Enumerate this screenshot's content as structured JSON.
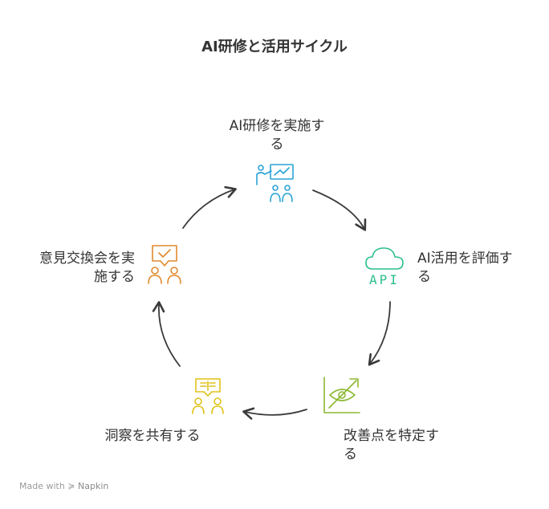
{
  "title": "AI研修と活用サイクル",
  "steps": [
    {
      "label_line1": "AI研修を実施す",
      "label_line2": "る",
      "icon": "presentation-training-icon",
      "color": "#29a3d6"
    },
    {
      "label_line1": "AI活用を評価す",
      "label_line2": "る",
      "icon": "cloud-api-icon",
      "color": "#2bbf8a"
    },
    {
      "label_line1": "改善点を特定す",
      "label_line2": "る",
      "icon": "eye-chart-icon",
      "color": "#8db832"
    },
    {
      "label_line1": "洞察を共有する",
      "icon": "book-people-icon",
      "color": "#e0c21a"
    },
    {
      "label_line1": "意見交換会を実",
      "label_line2": "施する",
      "icon": "chat-people-icon",
      "color": "#e08a2c"
    }
  ],
  "api_text": "API",
  "footer": {
    "made_with": "Made with",
    "brand": "Napkin"
  }
}
